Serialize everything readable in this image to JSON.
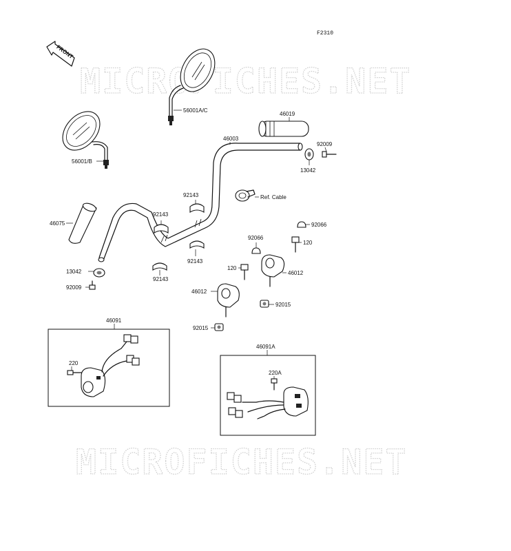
{
  "diagram": {
    "code": "F2310",
    "front_label": "FRONT",
    "watermarks": [
      "MICROFICHES.NET",
      "MICROFICHES.NET"
    ],
    "labels": {
      "mirror_right": "56001A/C",
      "mirror_left": "56001/B",
      "handlebar": "46003",
      "grip_right": "46019",
      "bolt_right": "92009",
      "weight_right": "13042",
      "cable_ref": "Ref. Cable",
      "grip_left": "46075",
      "clamp_a_upper": "92143",
      "clamp_a_lower": "92143",
      "clamp_b_upper": "92143",
      "clamp_b_lower": "92143",
      "cap_right": "92066",
      "cap_center": "92066",
      "bolt_120_right": "120",
      "bolt_120_center": "120",
      "holder_right": "46012",
      "holder_left": "46012",
      "nut_right": "92015",
      "nut_left": "92015",
      "weight_left": "13042",
      "bolt_left": "92009",
      "switch_left": "46091",
      "screw_left": "220",
      "switch_right": "46091A",
      "screw_right": "220A"
    }
  }
}
